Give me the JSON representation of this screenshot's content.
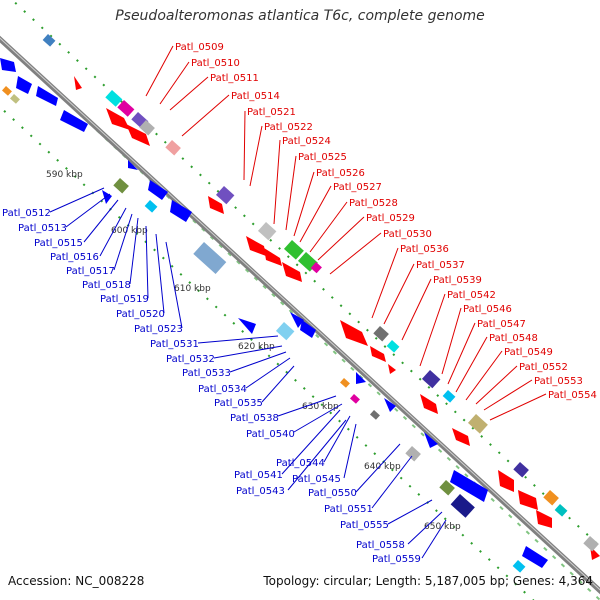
{
  "title": "Pseudoalteromonas atlantica T6c, complete genome",
  "accession_text": "Accession: NC_008228",
  "summary_text": "Topology: circular; Length: 5,187,005 bp; Genes: 4,364",
  "colors": {
    "forward_gene": "#ff0000",
    "reverse_gene": "#0000ff",
    "forward_label": "#e00000",
    "reverse_label": "#0000cc",
    "backbone": "#888888",
    "ruler": "#2e9e2e"
  },
  "ticks": [
    "590 kbp",
    "600 kbp",
    "610 kbp",
    "620 kbp",
    "630 kbp",
    "640 kbp",
    "650 kbp"
  ],
  "forward_labels": [
    "Patl_0509",
    "Patl_0510",
    "Patl_0511",
    "Patl_0514",
    "Patl_0521",
    "Patl_0522",
    "Patl_0524",
    "Patl_0525",
    "Patl_0526",
    "Patl_0527",
    "Patl_0528",
    "Patl_0529",
    "Patl_0530",
    "Patl_0536",
    "Patl_0537",
    "Patl_0539",
    "Patl_0542",
    "Patl_0546",
    "Patl_0547",
    "Patl_0548",
    "Patl_0549",
    "Patl_0552",
    "Patl_0553",
    "Patl_0554"
  ],
  "reverse_labels": [
    "Patl_0512",
    "Patl_0513",
    "Patl_0515",
    "Patl_0516",
    "Patl_0517",
    "Patl_0518",
    "Patl_0519",
    "Patl_0520",
    "Patl_0523",
    "Patl_0531",
    "Patl_0532",
    "Patl_0533",
    "Patl_0534",
    "Patl_0535",
    "Patl_0538",
    "Patl_0540",
    "Patl_0544",
    "Patl_0541",
    "Patl_0545",
    "Patl_0543",
    "Patl_0550",
    "Patl_0551",
    "Patl_0555",
    "Patl_0558",
    "Patl_0559"
  ]
}
